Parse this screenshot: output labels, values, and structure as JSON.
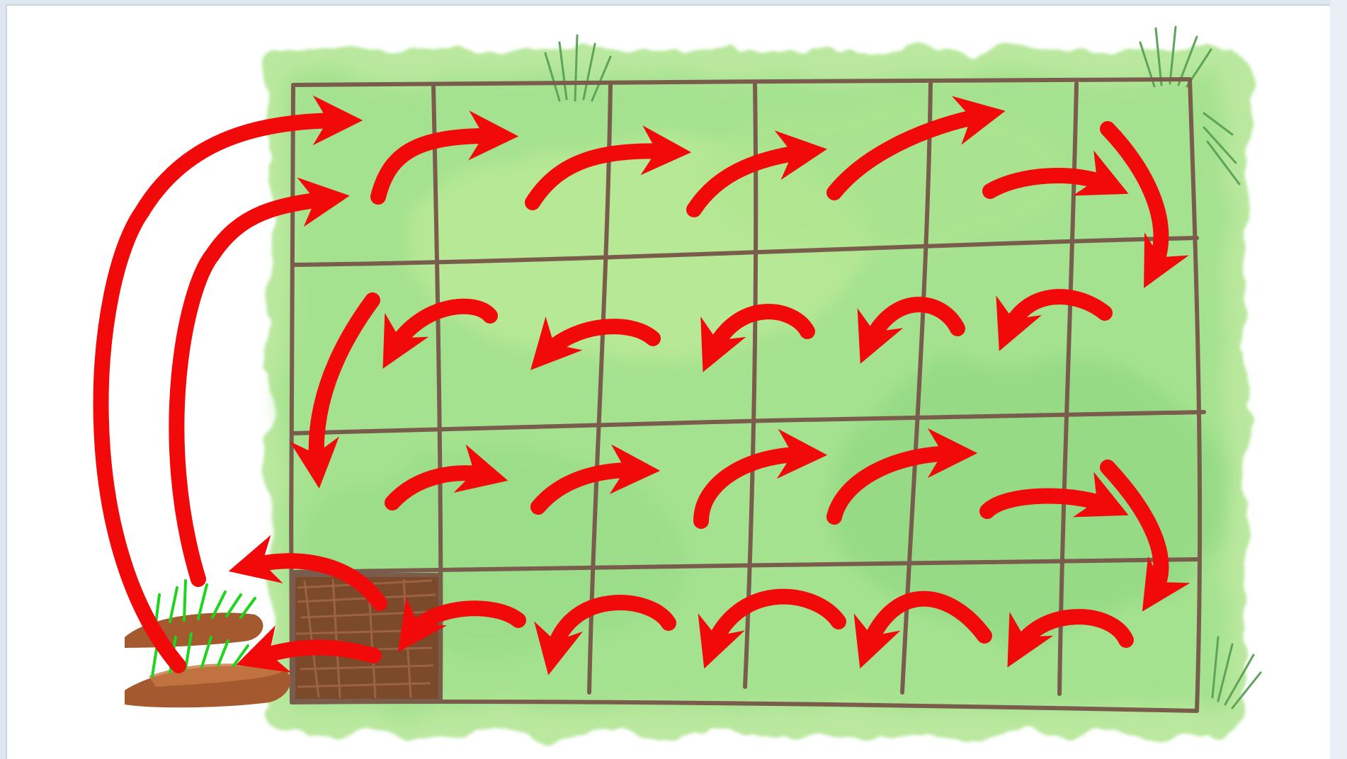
{
  "diagram": {
    "title": "",
    "grid": {
      "rows": 4,
      "cols": 6
    },
    "highlighted_cell": {
      "row": 4,
      "col": 1,
      "description": "bare soil plot"
    },
    "arrow_pattern": "serpentine",
    "row_directions": [
      "right",
      "left",
      "right",
      "left"
    ],
    "colors": {
      "arrow": "#f20a0a",
      "grid_line": "#7a5c4c",
      "grass_light": "#b9e89e",
      "grass_mid": "#8fdc80",
      "grass_dark": "#5fc35a",
      "soil": "#7a4a2a",
      "soil_light": "#a4684a",
      "background": "#ffffff"
    },
    "icons": [
      "grass-tuft-icon",
      "soil-mound-icon"
    ]
  }
}
